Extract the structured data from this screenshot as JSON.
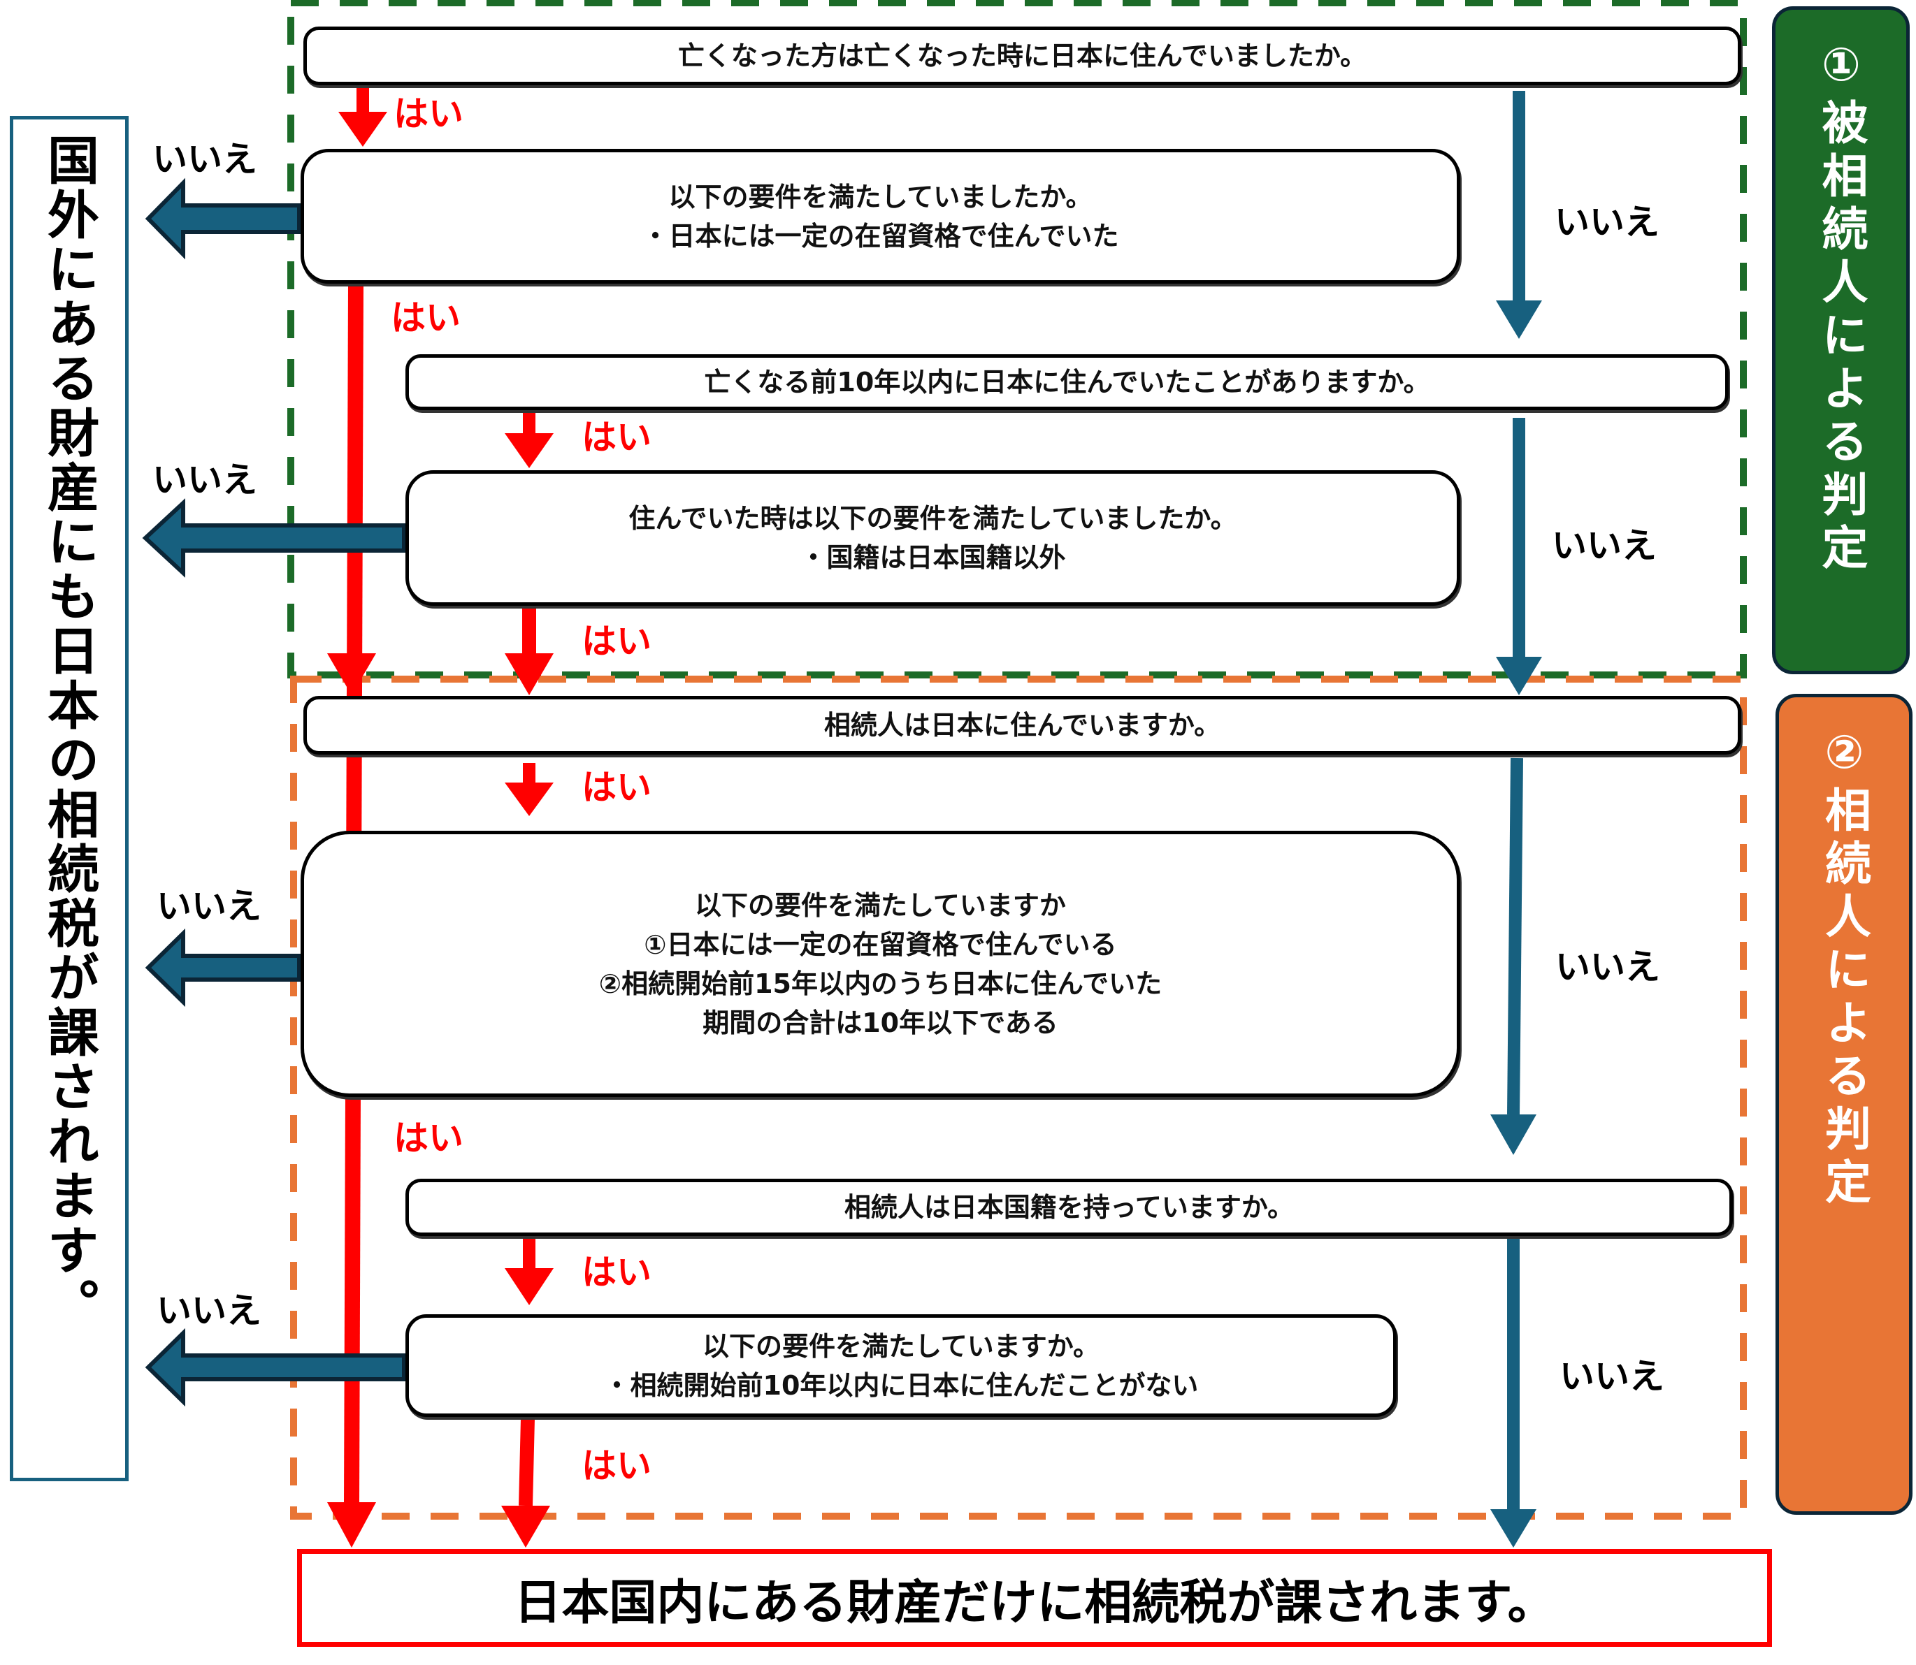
{
  "colors": {
    "yes_arrow": "#ff0000",
    "no_arrow": "#17607f",
    "section1": "#1c6b28",
    "section2": "#e87535",
    "final_border": "#ff0000"
  },
  "left_result": {
    "text": "国外にある財産にも日本の相続税が課されます。"
  },
  "final_result": {
    "text": "日本国内にある財産だけに相続税が課されます。"
  },
  "sections": [
    {
      "label": "①被相続人による判定",
      "color": "#1c6b28"
    },
    {
      "label": "②相続人による判定",
      "color": "#e87535"
    }
  ],
  "questions": [
    {
      "id": "q1",
      "text": "亡くなった方は亡くなった時に日本に住んでいましたか。"
    },
    {
      "id": "q2",
      "text": "以下の要件を満たしていましたか。\n・日本には一定の在留資格で住んでいた"
    },
    {
      "id": "q3",
      "text": "亡くなる前10年以内に日本に住んでいたことがありますか。"
    },
    {
      "id": "q4",
      "text": "住んでいた時は以下の要件を満たしていましたか。\n・国籍は日本国籍以外"
    },
    {
      "id": "q5",
      "text": "相続人は日本に住んでいますか。"
    },
    {
      "id": "q6",
      "text": "以下の要件を満たしていますか\n①日本には一定の在留資格で住んでいる\n②相続開始前15年以内のうち日本に住んでいた\n期間の合計は10年以下である"
    },
    {
      "id": "q7",
      "text": "相続人は日本国籍を持っていますか。"
    },
    {
      "id": "q8",
      "text": "以下の要件を満たしていますか。\n・相続開始前10年以内に日本に住んだことがない"
    }
  ],
  "labels": {
    "yes": "はい",
    "no": "いいえ"
  }
}
